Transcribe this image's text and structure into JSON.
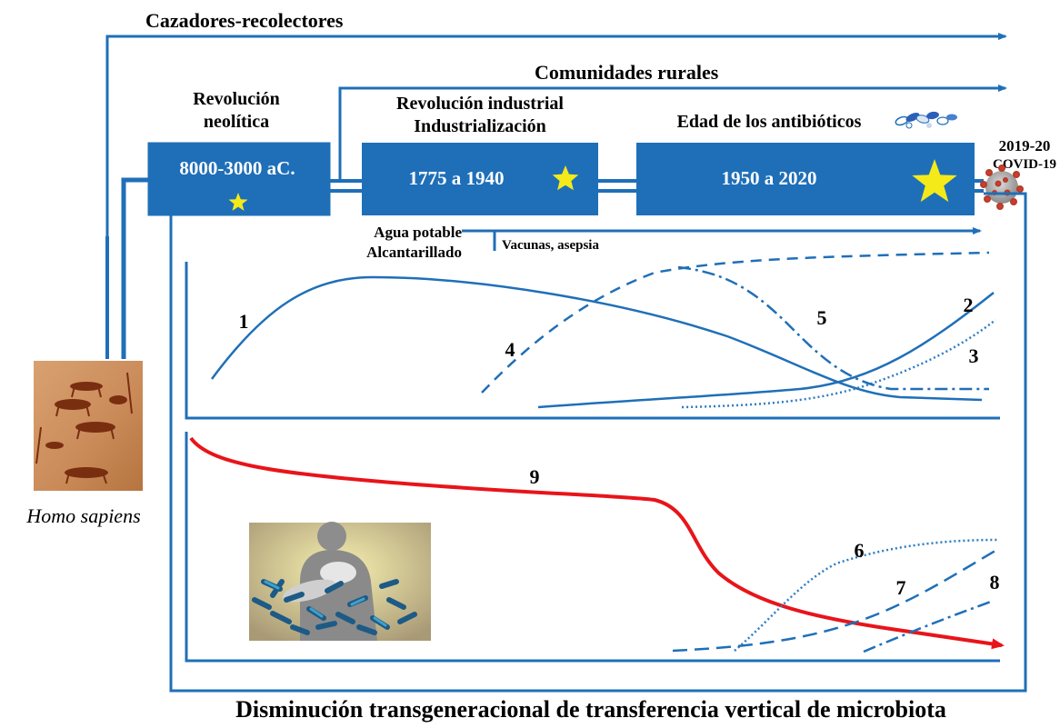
{
  "colors": {
    "blue": "#1f6fb8",
    "box_blue": "#1f6fb8",
    "red": "#e8141a",
    "star": "#f4ea1a",
    "dotted_blue": "#2d7cc4"
  },
  "top_arrows": {
    "hunter_gatherers": "Cazadores-recolectores",
    "rural_communities": "Comunidades rurales"
  },
  "eras": [
    {
      "title_line1": "Revolución",
      "title_line2": "neolítica",
      "dates": "8000-3000 aC."
    },
    {
      "title_line1": "Revolución industrial",
      "title_line2": "Industrialización",
      "dates": "1775 a 1940"
    },
    {
      "title_line1": "Edad de los antibióticos",
      "title_line2": "",
      "dates": "1950 a 2020"
    }
  ],
  "covid": {
    "line1": "2019-20",
    "line2": "COVID-19",
    "icon": "virus-icon"
  },
  "pills_icon": "pills-icon",
  "interventions": {
    "water": "Agua potable",
    "sewer": "Alcantarillado",
    "vaccines": "Vacunas, asepsia"
  },
  "upper_curve_labels": [
    "1",
    "2",
    "3",
    "4",
    "5"
  ],
  "lower_curve_labels": [
    "6",
    "7",
    "8",
    "9"
  ],
  "homo_sapiens": "Homo sapiens",
  "images": {
    "cave_art": "cave-painting-image",
    "mother_baby": "mother-baby-microbiota-image"
  },
  "footer": "Disminución transgeneracional de transferencia vertical de microbiota"
}
